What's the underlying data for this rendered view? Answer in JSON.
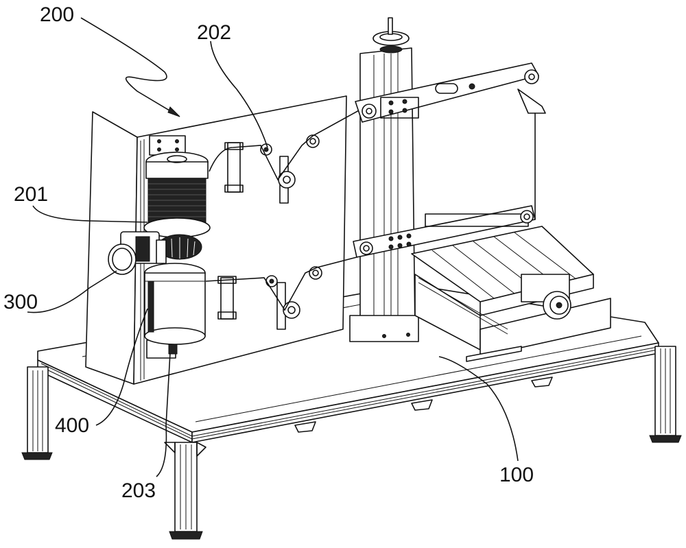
{
  "figure": {
    "description": "Isometric patent line drawing of a winding/testing machine on an aluminum-profile table frame",
    "labels": [
      {
        "id": "label-200",
        "text": "200",
        "refers_to": "vertical mounting panel assembly"
      },
      {
        "id": "label-202",
        "text": "202",
        "refers_to": "guide pulley set"
      },
      {
        "id": "label-201",
        "text": "201",
        "refers_to": "wire spool (upper)"
      },
      {
        "id": "label-300",
        "text": "300",
        "refers_to": "drive motor"
      },
      {
        "id": "label-400",
        "text": "400",
        "refers_to": "lower spool / housing"
      },
      {
        "id": "label-203",
        "text": "203",
        "refers_to": "bottom shaft fitting"
      },
      {
        "id": "label-100",
        "text": "100",
        "refers_to": "base table frame"
      }
    ]
  }
}
